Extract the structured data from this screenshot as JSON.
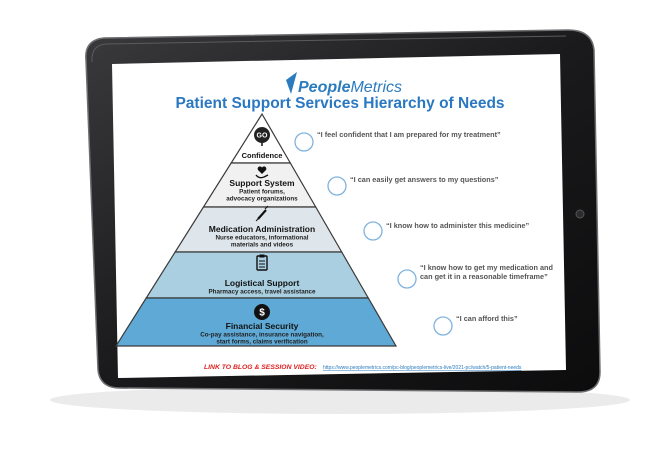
{
  "brand": {
    "people": "People",
    "metrics": "Metrics"
  },
  "title": "Patient Support Services Hierarchy of Needs",
  "levels": [
    {
      "name": "Confidence",
      "desc": [],
      "icon": "go-icon",
      "fill": "#ffffff",
      "quote": "“I feel confident that I am prepared for my treatment”"
    },
    {
      "name": "Support System",
      "desc": [
        "Patient forums,",
        "advocacy organizations"
      ],
      "icon": "heart-hand-icon",
      "fill": "#f1f1f1",
      "quote": "“I can easily get answers to my questions”"
    },
    {
      "name": "Medication Administration",
      "desc": [
        "Nurse educators, informational",
        "materials and videos"
      ],
      "icon": "syringe-icon",
      "fill": "#dfe6eb",
      "quote": "“I know how to administer this medicine”"
    },
    {
      "name": "Logistical Support",
      "desc": [
        "Pharmacy access, travel assistance"
      ],
      "icon": "clipboard-icon",
      "fill": "#a9cfe1",
      "quote": [
        "“I know how to get my medication and",
        "can get it in a reasonable timeframe”"
      ]
    },
    {
      "name": "Financial Security",
      "desc": [
        "Co-pay assistance, insurance navigation,",
        "start forms, claims verification"
      ],
      "icon": "dollar-icon",
      "fill": "#5ea9d6",
      "quote": "“I can afford this”"
    }
  ],
  "icon_text": {
    "go": "GO",
    "dollar": "$"
  },
  "footer": {
    "label": "LINK TO BLOG & SESSION VIDEO:",
    "url": "https://www.peoplemetrics.com/pc-blog/peoplemetrics-live/2021-pc/watch/5-patient-needs"
  },
  "colors": {
    "brand_blue": "#2b7bbf",
    "title_blue": "#2a78c2",
    "red": "#e02020",
    "circle": "#7fb3de",
    "frame": "#1c1c1e"
  }
}
